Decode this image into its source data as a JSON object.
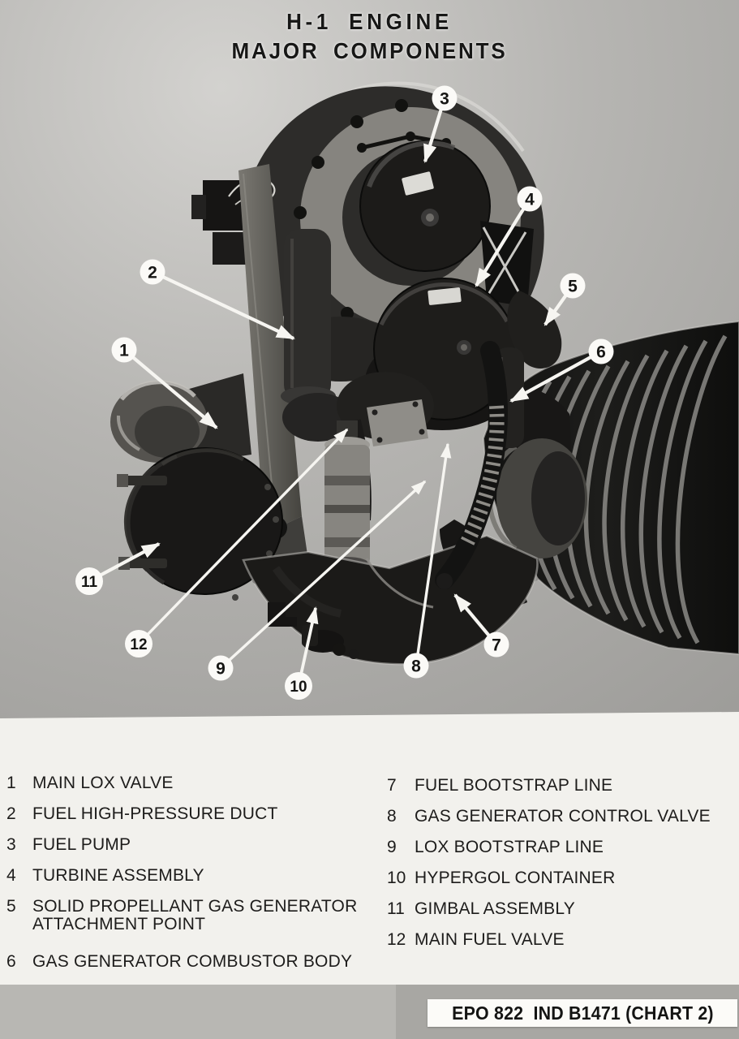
{
  "title": {
    "line1": "H-1 ENGINE",
    "line2": "MAJOR COMPONENTS"
  },
  "photo": {
    "alt": "Black-and-white photograph of the H-1 rocket engine with numbered callouts",
    "callouts": [
      "1",
      "2",
      "3",
      "4",
      "5",
      "6",
      "7",
      "8",
      "9",
      "10",
      "11",
      "12"
    ]
  },
  "legend": {
    "left": [
      {
        "num": "1",
        "label": "MAIN LOX VALVE"
      },
      {
        "num": "2",
        "label": "FUEL HIGH-PRESSURE DUCT"
      },
      {
        "num": "3",
        "label": "FUEL PUMP"
      },
      {
        "num": "4",
        "label": "TURBINE ASSEMBLY"
      },
      {
        "num": "5",
        "label": "SOLID PROPELLANT GAS GENERATOR\nATTACHMENT POINT"
      },
      {
        "num": "6",
        "label": "GAS GENERATOR COMBUSTOR BODY"
      }
    ],
    "right": [
      {
        "num": "7",
        "label": "FUEL BOOTSTRAP LINE"
      },
      {
        "num": "8",
        "label": "GAS GENERATOR CONTROL VALVE"
      },
      {
        "num": "9",
        "label": "LOX BOOTSTRAP LINE"
      },
      {
        "num": "10",
        "label": "HYPERGOL CONTAINER"
      },
      {
        "num": "11",
        "label": "GIMBAL ASSEMBLY"
      },
      {
        "num": "12",
        "label": "MAIN FUEL VALVE"
      }
    ]
  },
  "stamp": {
    "text": "EPO 822  IND B1471 (CHART 2)"
  },
  "colors": {
    "photo_bg": "#b4b3b0",
    "paper": "#f2f1ed",
    "band": "#b8b7b3",
    "ink": "#1d1c1b",
    "callout_fill": "#fbfaf7"
  }
}
